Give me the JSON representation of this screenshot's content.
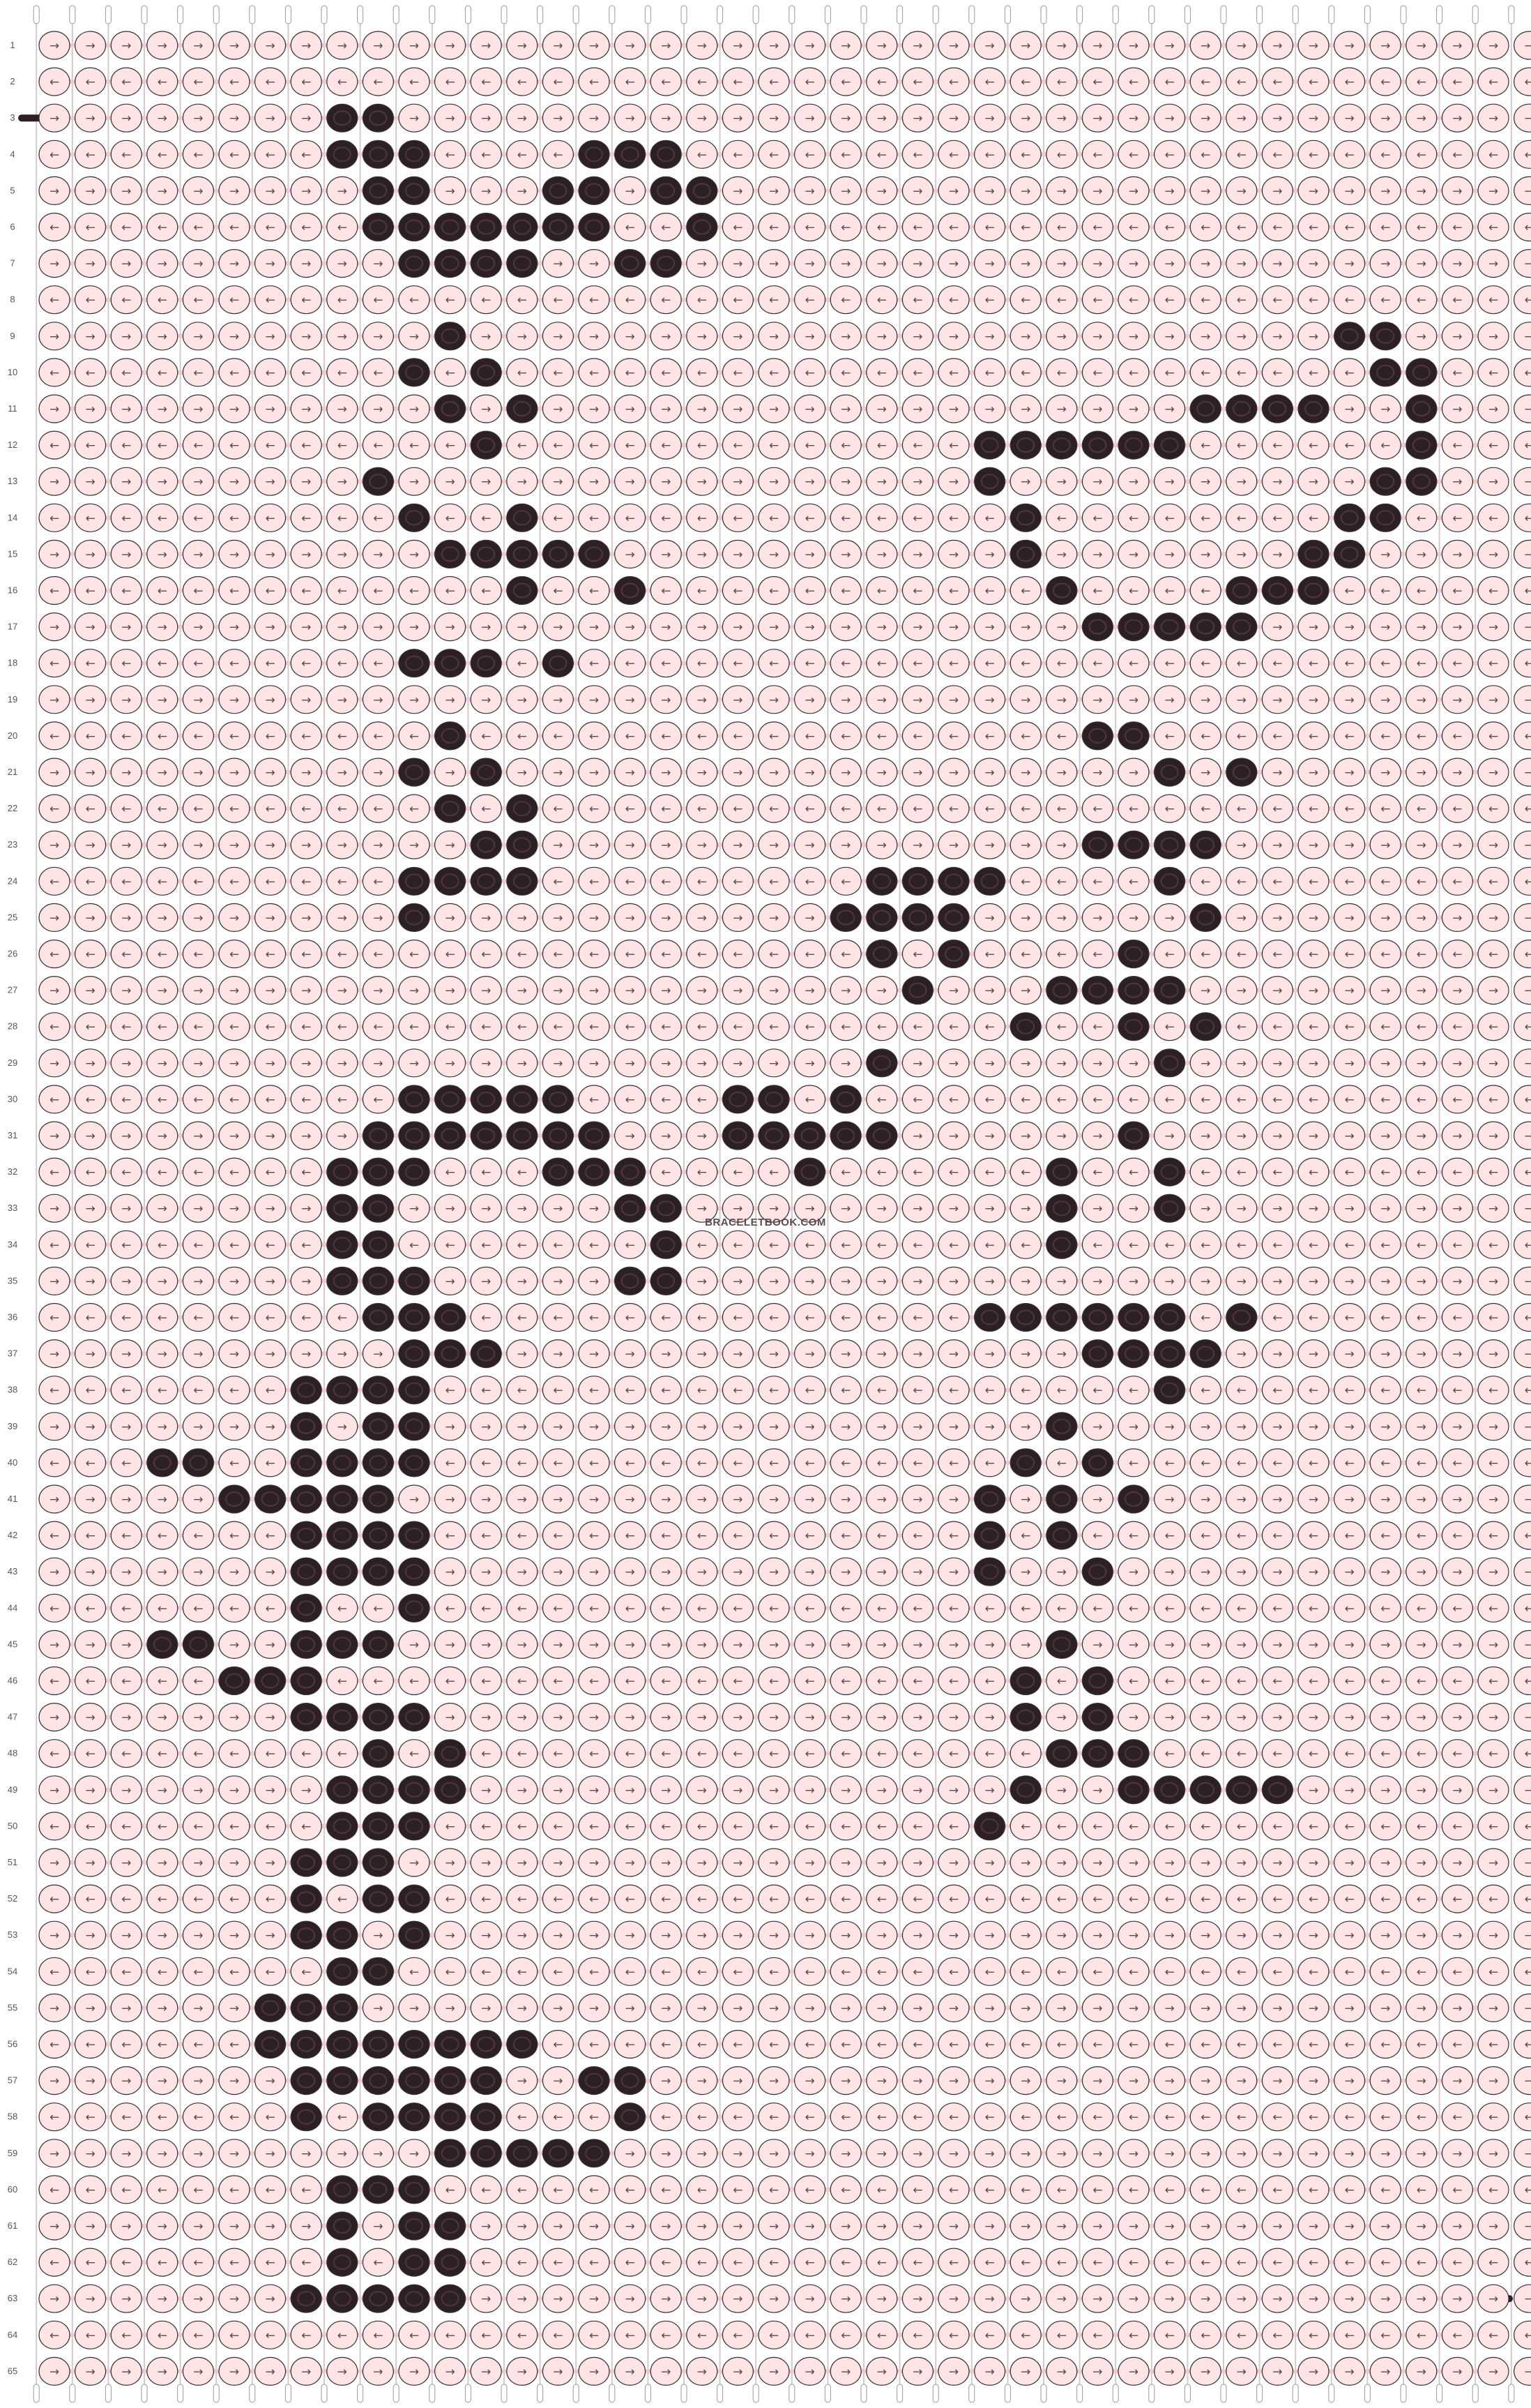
{
  "pattern": {
    "columns": 42,
    "rows": 65,
    "watermark": "BRACELETBOOK.COM",
    "colors": {
      "background": "#ffe4e6",
      "knot_dark": "#2d1f24",
      "string_light": "#f7d5d9",
      "outline": "#333333"
    },
    "arrow_symbols": {
      "forward": "→",
      "backward": "←"
    },
    "row_arrows_odd": "→",
    "row_arrows_even": "←",
    "marker_rows": [
      3,
      63
    ],
    "dark_rows": {
      "3": [
        8,
        9
      ],
      "4": [
        8,
        9,
        10,
        15,
        16,
        17
      ],
      "5": [
        9,
        10,
        14,
        15,
        17,
        18
      ],
      "6": [
        9,
        10,
        11,
        12,
        13,
        14,
        15,
        18
      ],
      "7": [
        10,
        11,
        12,
        13,
        16,
        17
      ],
      "9": [
        11,
        36,
        37
      ],
      "10": [
        10,
        12,
        37,
        38
      ],
      "11": [
        11,
        13,
        32,
        33,
        34,
        35,
        38
      ],
      "12": [
        12,
        26,
        27,
        28,
        29,
        30,
        31,
        38
      ],
      "13": [
        9,
        26,
        37,
        38
      ],
      "14": [
        10,
        13,
        27,
        36,
        37
      ],
      "15": [
        11,
        12,
        13,
        14,
        15,
        27,
        35,
        36
      ],
      "16": [
        13,
        16,
        28,
        33,
        34,
        35
      ],
      "17": [
        29,
        30,
        31,
        32,
        33
      ],
      "18": [
        10,
        11,
        12,
        14
      ],
      "20": [
        11,
        29,
        30
      ],
      "21": [
        10,
        12,
        31,
        33
      ],
      "22": [
        11,
        13
      ],
      "23": [
        12,
        13,
        29,
        30,
        31,
        32
      ],
      "24": [
        10,
        11,
        12,
        13,
        23,
        24,
        25,
        26,
        31
      ],
      "25": [
        10,
        22,
        23,
        24,
        25,
        32
      ],
      "26": [
        23,
        25,
        30
      ],
      "27": [
        24,
        28,
        29,
        30,
        31
      ],
      "28": [
        27,
        30,
        32
      ],
      "29": [
        23,
        31
      ],
      "30": [
        10,
        11,
        12,
        13,
        14,
        19,
        20,
        22
      ],
      "31": [
        9,
        10,
        11,
        12,
        13,
        14,
        15,
        19,
        20,
        21,
        22,
        23,
        30
      ],
      "32": [
        8,
        9,
        10,
        14,
        15,
        16,
        21,
        28,
        31
      ],
      "33": [
        8,
        9,
        16,
        17,
        28,
        31
      ],
      "34": [
        8,
        9,
        17,
        28
      ],
      "35": [
        8,
        9,
        10,
        16,
        17
      ],
      "36": [
        9,
        10,
        11,
        26,
        27,
        28,
        29,
        30,
        31,
        33
      ],
      "37": [
        10,
        11,
        12,
        29,
        30,
        31,
        32
      ],
      "38": [
        7,
        8,
        9,
        10,
        31
      ],
      "39": [
        7,
        9,
        10,
        28
      ],
      "40": [
        3,
        4,
        7,
        8,
        9,
        10,
        27,
        29
      ],
      "41": [
        5,
        6,
        7,
        8,
        9,
        26,
        28,
        30
      ],
      "42": [
        7,
        8,
        9,
        10,
        26,
        28
      ],
      "43": [
        7,
        8,
        9,
        10,
        26,
        29
      ],
      "44": [
        7,
        10
      ],
      "45": [
        3,
        4,
        7,
        8,
        9,
        28
      ],
      "46": [
        5,
        6,
        7,
        27,
        29
      ],
      "47": [
        7,
        8,
        9,
        10,
        27,
        29
      ],
      "48": [
        9,
        11,
        28,
        29,
        30
      ],
      "49": [
        8,
        9,
        10,
        11,
        27,
        30,
        31,
        32,
        33,
        34
      ],
      "50": [
        8,
        9,
        10,
        26
      ],
      "51": [
        7,
        8,
        9
      ],
      "52": [
        7,
        9,
        10
      ],
      "53": [
        7,
        8,
        10
      ],
      "54": [
        8,
        9
      ],
      "55": [
        6,
        7,
        8
      ],
      "56": [
        6,
        7,
        8,
        9,
        10,
        11,
        12,
        13
      ],
      "57": [
        7,
        8,
        9,
        10,
        11,
        12,
        15,
        16
      ],
      "58": [
        7,
        9,
        10,
        11,
        12,
        16
      ],
      "59": [
        11,
        12,
        13,
        14,
        15
      ],
      "60": [
        8,
        9,
        10
      ],
      "61": [
        8,
        10,
        11
      ],
      "62": [
        8,
        10,
        11
      ],
      "63": [
        7,
        8,
        9,
        10,
        11
      ]
    }
  }
}
